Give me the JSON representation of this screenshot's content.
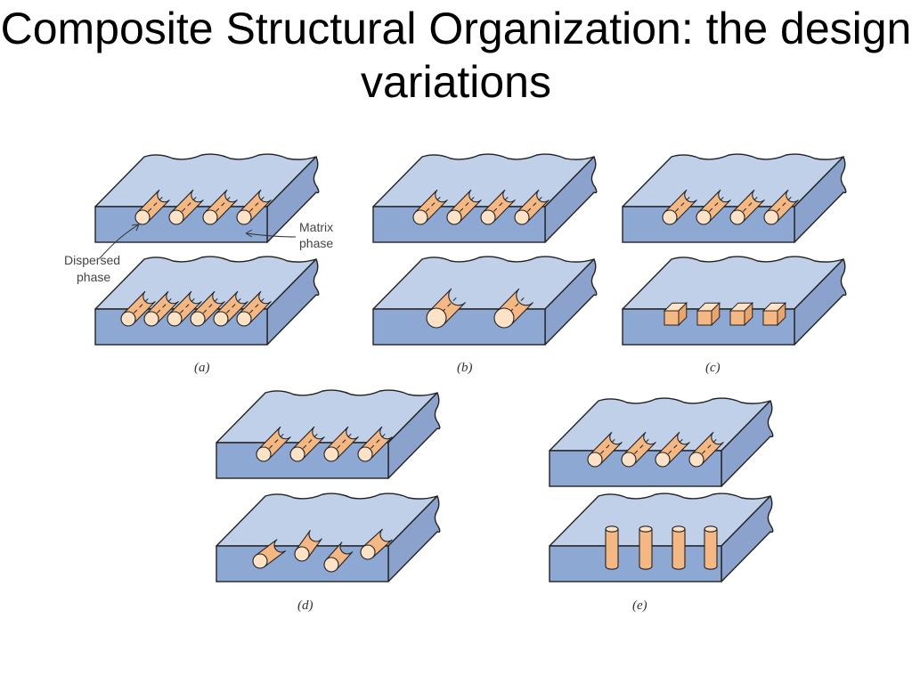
{
  "title": "Composite Structural Organization: the design variations",
  "callouts": {
    "matrix_line1": "Matrix",
    "matrix_line2": "phase",
    "dispersed_line1": "Dispersed",
    "dispersed_line2": "phase"
  },
  "panels": [
    {
      "label": "(a)"
    },
    {
      "label": "(b)"
    },
    {
      "label": "(c)"
    },
    {
      "label": "(d)"
    },
    {
      "label": "(e)"
    }
  ],
  "colors": {
    "slab_top": "#bfd0e8",
    "slab_front": "#8ea8d4",
    "slab_side": "#8aa2cc",
    "outline": "#222222",
    "particle_body": "#f5b882",
    "particle_end": "#fde2c6"
  }
}
